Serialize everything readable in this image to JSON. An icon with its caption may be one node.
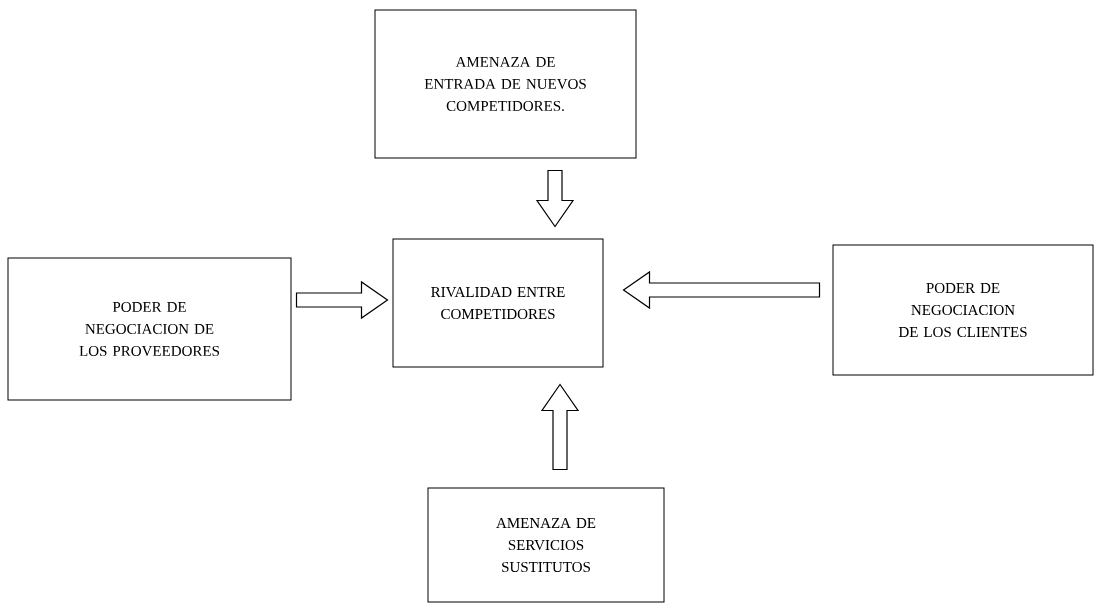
{
  "diagram": {
    "nodes": [
      {
        "text": [
          "AMENAZA DE ENTRADA DE NUEVOS COMPETIDORES."
        ]
      },
      {
        "text": [
          "PODER DE NEGOCIACION DE LOS PROVEEDORES"
        ]
      },
      {
        "text": [
          "RIVALIDAD ENTRE COMPETIDORES"
        ]
      },
      {
        "text": [
          "PODER DE NEGOCIACION DE LOS CLIENTES"
        ]
      },
      {
        "text": [
          "AMENAZA DE SERVICIOS SUSTITUTOS"
        ]
      }
    ],
    "edges": [
      {
        "from": 0,
        "to": 2,
        "arrow": "to"
      },
      {
        "from": 1,
        "to": 2,
        "arrow": "to"
      },
      {
        "from": 3,
        "to": 2,
        "arrow": "to"
      },
      {
        "from": 4,
        "to": 2,
        "arrow": "to"
      }
    ]
  }
}
